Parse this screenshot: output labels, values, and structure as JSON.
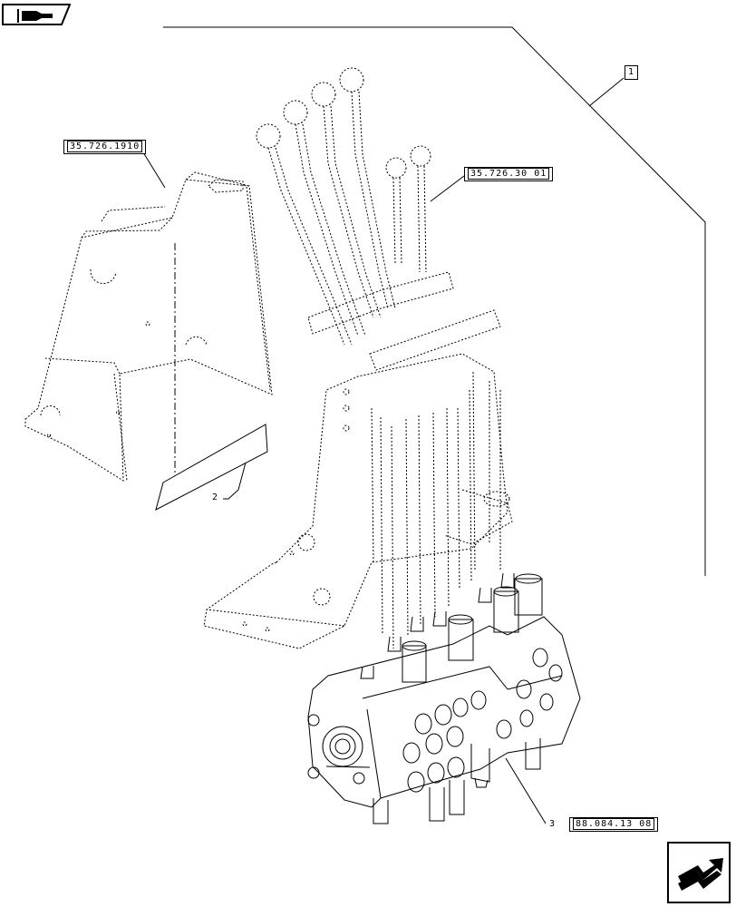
{
  "callouts": {
    "group_ref": "1",
    "cover_ref": "35.726.1910",
    "levers_ref": "35.726.30 01",
    "decal_item": "2",
    "valve_item": "3",
    "valve_ref": "88.084.13 08"
  },
  "icons": {
    "top_nav": "book-index-icon",
    "bottom_nav": "next-page-arrow-icon"
  },
  "colors": {
    "line": "#000000",
    "background": "#ffffff"
  }
}
